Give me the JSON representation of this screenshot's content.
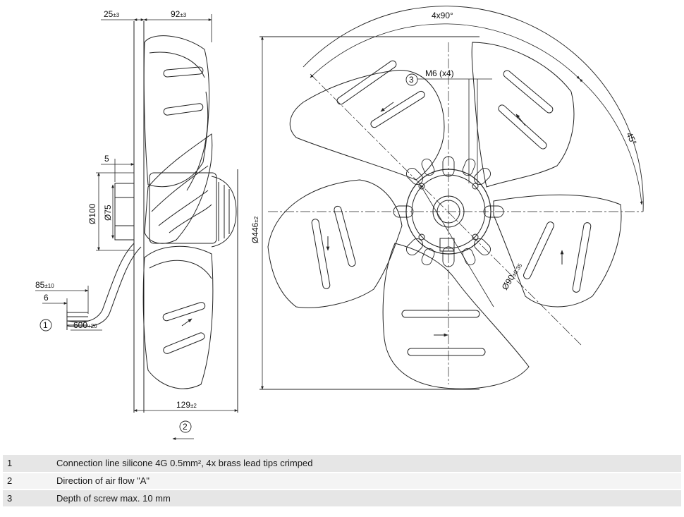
{
  "dimensions": {
    "top_left": "25",
    "top_left_tol": "±3",
    "top_mid": "92",
    "top_mid_tol": "±3",
    "offset": "5",
    "dia_100": "Ø100",
    "dia_75": "Ø75",
    "cable_85": "85",
    "cable_85_tol": "±10",
    "cable_6": "6",
    "cable_600": "600",
    "cable_600_tol": "+20",
    "depth_129": "129",
    "depth_129_tol": "±2",
    "angle_top": "4x90°",
    "angle_45": "45°",
    "screw": "M6 (x4)",
    "dia_446": "Ø446",
    "dia_446_tol": "±2",
    "dia_90": "Ø90",
    "dia_90_tol": "±0.35"
  },
  "callouts": {
    "c1": "1",
    "c2": "2",
    "c3": "3"
  },
  "legend": [
    {
      "num": "1",
      "text": "Connection line silicone 4G 0.5mm², 4x brass lead tips crimped"
    },
    {
      "num": "2",
      "text": "Direction of air flow \"A\""
    },
    {
      "num": "3",
      "text": "Depth of screw max. 10 mm"
    }
  ],
  "colors": {
    "line": "#222222",
    "background": "#ffffff",
    "row_dark": "#e6e6e6",
    "row_light": "#f4f4f4"
  }
}
